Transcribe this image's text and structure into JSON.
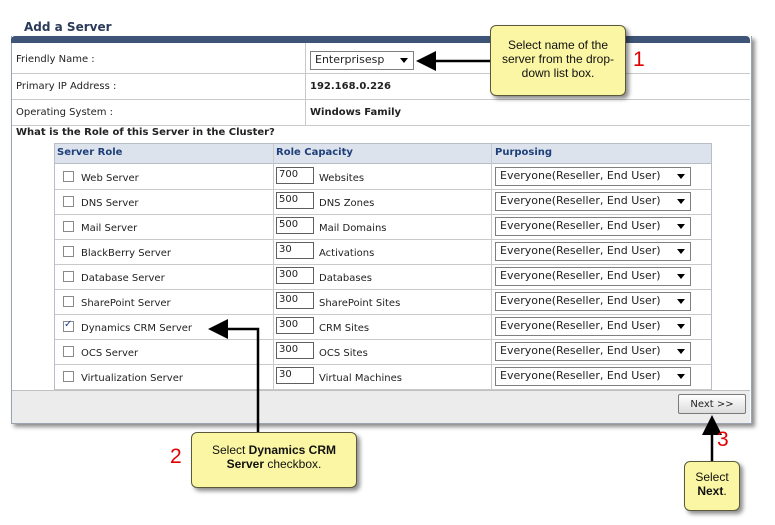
{
  "page": {
    "title": "Add a Server"
  },
  "fields": {
    "friendly_name_label": "Friendly Name :",
    "friendly_name_value": "Enterprisesp",
    "ip_label": "Primary IP Address :",
    "ip_value": "192.168.0.226",
    "os_label": "Operating System :",
    "os_value": "Windows Family"
  },
  "cluster": {
    "question": "What is the Role of this Server in the Cluster?",
    "headers": {
      "role": "Server Role",
      "capacity": "Role Capacity",
      "purposing": "Purposing"
    },
    "rows": [
      {
        "role": "Web Server",
        "checked": false,
        "capacity": "700",
        "unit": "Websites",
        "purposing": "Everyone(Reseller, End User)"
      },
      {
        "role": "DNS Server",
        "checked": false,
        "capacity": "500",
        "unit": "DNS Zones",
        "purposing": "Everyone(Reseller, End User)"
      },
      {
        "role": "Mail Server",
        "checked": false,
        "capacity": "500",
        "unit": "Mail Domains",
        "purposing": "Everyone(Reseller, End User)"
      },
      {
        "role": "BlackBerry Server",
        "checked": false,
        "capacity": "30",
        "unit": "Activations",
        "purposing": "Everyone(Reseller, End User)"
      },
      {
        "role": "Database Server",
        "checked": false,
        "capacity": "300",
        "unit": "Databases",
        "purposing": "Everyone(Reseller, End User)"
      },
      {
        "role": "SharePoint Server",
        "checked": false,
        "capacity": "300",
        "unit": "SharePoint Sites",
        "purposing": "Everyone(Reseller, End User)"
      },
      {
        "role": "Dynamics CRM Server",
        "checked": true,
        "capacity": "300",
        "unit": "CRM Sites",
        "purposing": "Everyone(Reseller, End User)"
      },
      {
        "role": "OCS Server",
        "checked": false,
        "capacity": "300",
        "unit": "OCS Sites",
        "purposing": "Everyone(Reseller, End User)"
      },
      {
        "role": "Virtualization Server",
        "checked": false,
        "capacity": "30",
        "unit": "Virtual Machines",
        "purposing": "Everyone(Reseller, End User)"
      }
    ]
  },
  "buttons": {
    "next": "Next >>"
  },
  "callouts": [
    {
      "number": "1",
      "pre": "Select name of the server from the drop-down list box.",
      "bold": "",
      "post": ""
    },
    {
      "number": "2",
      "pre": "Select ",
      "bold": "Dynamics CRM Server",
      "post": " checkbox."
    },
    {
      "number": "3",
      "pre": "Select ",
      "bold": "Next",
      "post": "."
    }
  ],
  "colors": {
    "header_bar": "#3f5577",
    "callout_bg": "#fbf6a3",
    "step_number": "#e00000",
    "column_header_text": "#1f3f7a"
  }
}
